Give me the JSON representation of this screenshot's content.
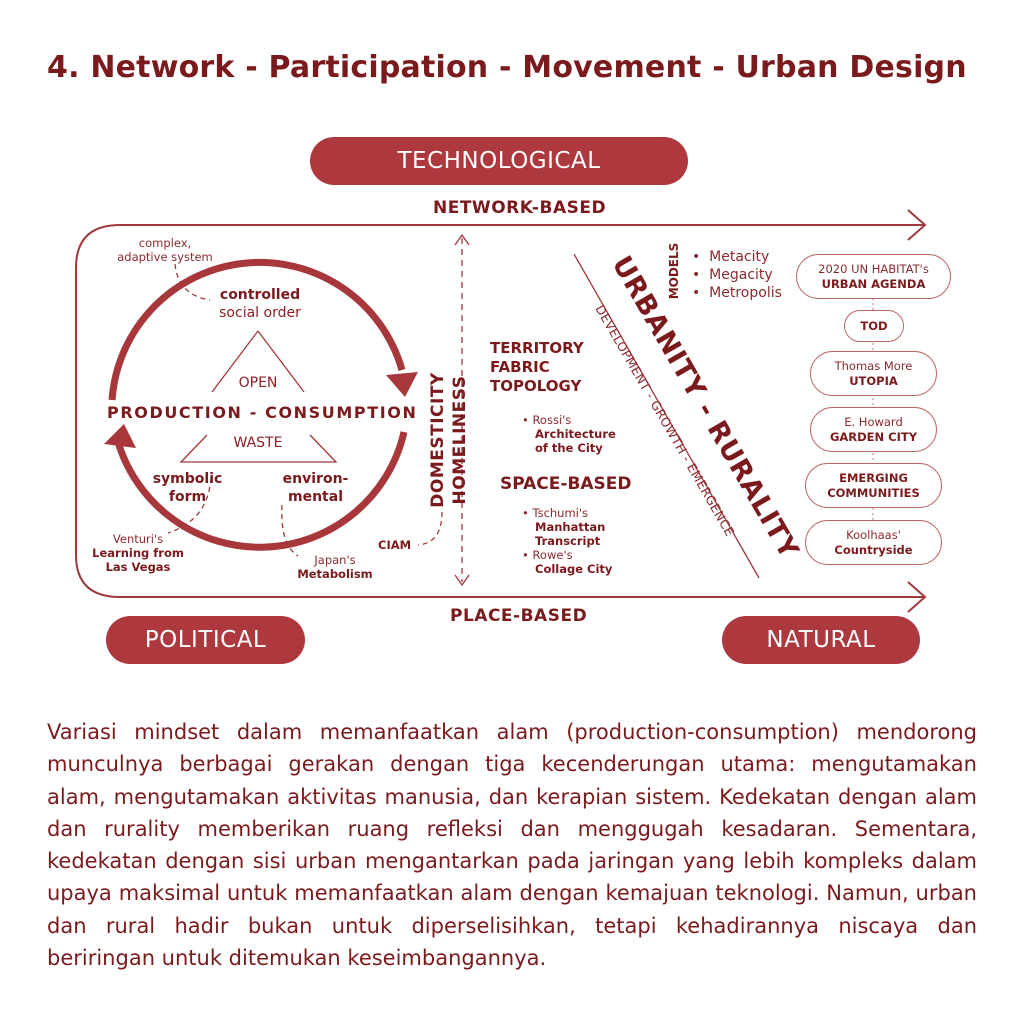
{
  "title": "4. Network - Participation -  Movement - Urban Design",
  "pills": {
    "technological": "TECHNOLOGICAL",
    "political": "POLITICAL",
    "natural": "NATURAL"
  },
  "axes": {
    "top": "NETWORK-BASED",
    "bottom": "PLACE-BASED"
  },
  "cycle": {
    "center": "PRODUCTION - CONSUMPTION",
    "open": "OPEN",
    "waste": "WASTE",
    "controlled": "controlled",
    "social_order": "social order",
    "complex": "complex,",
    "adaptive": "adaptive system",
    "symbolic": "symbolic",
    "form": "form",
    "environ": "environ-",
    "mental": "mental",
    "venturi": "Venturi's",
    "learning": "Learning from",
    "vegas": "Las Vegas",
    "japan": "Japan's",
    "metabolism": "Metabolism",
    "ciam": "CIAM"
  },
  "vertical": {
    "domesticity": "DOMESTICITY",
    "homeliness": "HOMELINESS"
  },
  "middle": {
    "territory": "TERRITORY",
    "fabric": "FABRIC",
    "topology": "TOPOLOGY",
    "rossi": "Rossi's",
    "rossi_work1": "Architecture",
    "rossi_work2": "of the City",
    "space_based": "SPACE-BASED",
    "tschumi": "Tschumi's",
    "tschumi_work1": "Manhattan",
    "tschumi_work2": "Transcript",
    "rowe": "Rowe's",
    "rowe_work": "Collage City"
  },
  "diagonal": {
    "main": "URBANITY - RURALITY",
    "sub": "DEVELOPMENT - GROWTH - EMERGENCE"
  },
  "models": {
    "label": "MODELS",
    "items": [
      "Metacity",
      "Megacity",
      "Metropolis"
    ]
  },
  "nodes": [
    {
      "top": "2020 UN HABITAT's",
      "bottom": "URBAN AGENDA"
    },
    {
      "top": "",
      "bottom": "TOD"
    },
    {
      "top": "Thomas More",
      "bottom": "UTOPIA"
    },
    {
      "top": "E. Howard",
      "bottom": "GARDEN CITY"
    },
    {
      "top": "EMERGING",
      "bottom": "COMMUNITIES"
    },
    {
      "top": "Koolhaas'",
      "bottom": "Countryside"
    }
  ],
  "paragraph": "Variasi mindset dalam memanfaatkan alam (production-consumption) mendorong munculnya berbagai gerakan dengan tiga kecenderungan utama: mengutamakan alam, mengutamakan aktivitas manusia, dan kerapian sistem. Kedekatan dengan alam dan rurality memberikan ruang refleksi dan menggugah kesadaran. Sementara, kedekatan dengan sisi urban mengantarkan pada jaringan yang lebih kompleks dalam upaya maksimal untuk memanfaatkan alam dengan kemajuan teknologi. Namun, urban dan rural hadir bukan untuk diperselisihkan, tetapi kehadirannya niscaya dan beriringan untuk ditemukan keseimbangannya.",
  "colors": {
    "accent": "#ad383d",
    "text": "#7b1a1d"
  }
}
